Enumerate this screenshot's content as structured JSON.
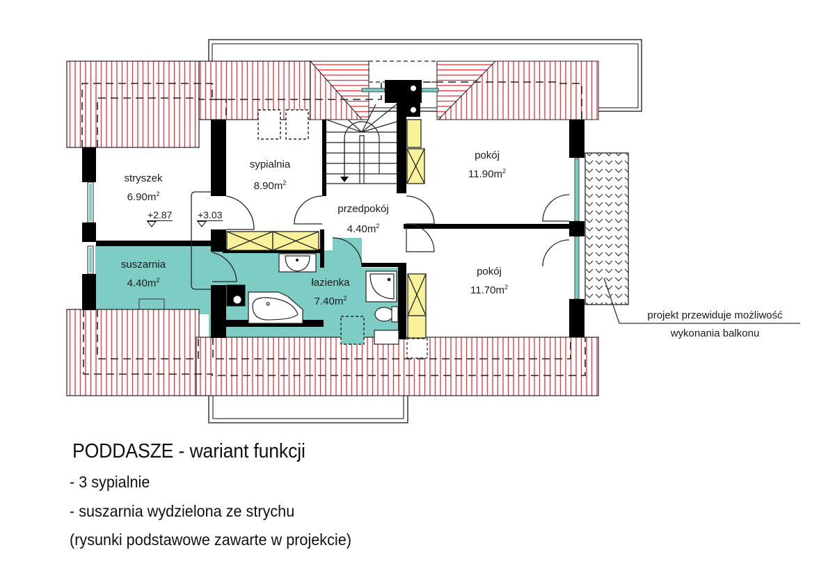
{
  "drawing": {
    "title": "PODDASZE - wariant funkcji",
    "notes": [
      "- 3 sypialnie",
      "- suszarnia wydzielona ze strychu",
      "(rysunki podstawowe zawarte w projekcie)"
    ],
    "balcony_note": {
      "line1": "projekt przewiduje możliwość",
      "line2": "wykonania balkonu"
    }
  },
  "rooms": [
    {
      "name": "stryszek",
      "area": "6.90",
      "unit": "m",
      "exp": "2"
    },
    {
      "name": "sypialnia",
      "area": "8.90",
      "unit": "m",
      "exp": "2"
    },
    {
      "name": "przedpokój",
      "area": "4.40",
      "unit": "m",
      "exp": "2"
    },
    {
      "name": "pokój",
      "area": "11.90",
      "unit": "m",
      "exp": "2"
    },
    {
      "name": "suszarnia",
      "area": "4.40",
      "unit": "m",
      "exp": "2"
    },
    {
      "name": "łazienka",
      "area": "7.40",
      "unit": "m",
      "exp": "2"
    },
    {
      "name": "pokój",
      "area": "11.70",
      "unit": "m",
      "exp": "2"
    }
  ],
  "levels": [
    {
      "value": "+2.87"
    },
    {
      "value": "+3.03"
    }
  ],
  "colors": {
    "roof_hatch": "#e8323c",
    "wet_room": "#7ecdc5",
    "wardrobe": "#f8f29a",
    "wall": "#000000",
    "window_glass": "#7ecdc5"
  }
}
